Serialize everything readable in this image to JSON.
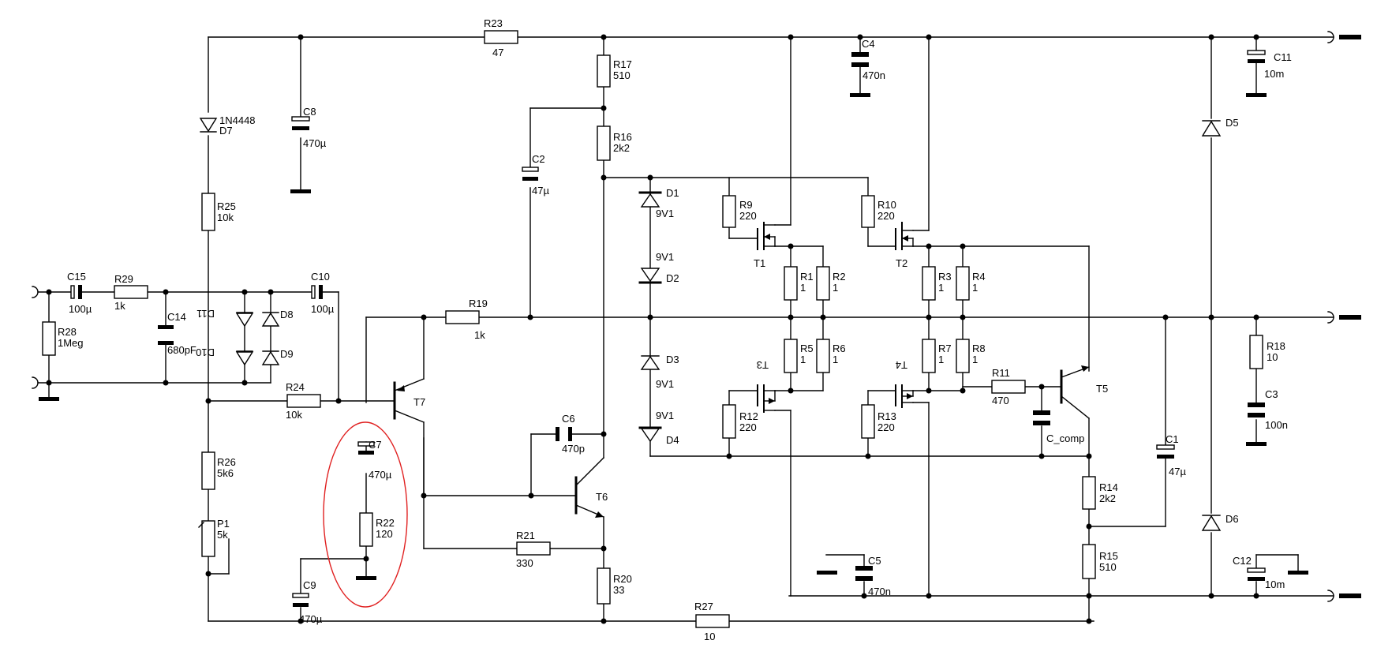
{
  "parts": {
    "R1": {
      "name": "R1",
      "value": "1"
    },
    "R2": {
      "name": "R2",
      "value": "1"
    },
    "R3": {
      "name": "R3",
      "value": "1"
    },
    "R4": {
      "name": "R4",
      "value": "1"
    },
    "R5": {
      "name": "R5",
      "value": "1"
    },
    "R6": {
      "name": "R6",
      "value": "1"
    },
    "R7": {
      "name": "R7",
      "value": "1"
    },
    "R8": {
      "name": "R8",
      "value": "1"
    },
    "R9": {
      "name": "R9",
      "value": "220"
    },
    "R10": {
      "name": "R10",
      "value": "220"
    },
    "R11": {
      "name": "R11",
      "value": "470"
    },
    "R12": {
      "name": "R12",
      "value": "220"
    },
    "R13": {
      "name": "R13",
      "value": "220"
    },
    "R14": {
      "name": "R14",
      "value": "2k2"
    },
    "R15": {
      "name": "R15",
      "value": "510"
    },
    "R16": {
      "name": "R16",
      "value": "2k2"
    },
    "R17": {
      "name": "R17",
      "value": "510"
    },
    "R18": {
      "name": "R18",
      "value": "10"
    },
    "R19": {
      "name": "R19",
      "value": "1k"
    },
    "R20": {
      "name": "R20",
      "value": "33"
    },
    "R21": {
      "name": "R21",
      "value": "330"
    },
    "R22": {
      "name": "R22",
      "value": "120"
    },
    "R23": {
      "name": "R23",
      "value": "47"
    },
    "R24": {
      "name": "R24",
      "value": "10k"
    },
    "R25": {
      "name": "R25",
      "value": "10k"
    },
    "R26": {
      "name": "R26",
      "value": "5k6"
    },
    "R27": {
      "name": "R27",
      "value": "10"
    },
    "R28": {
      "name": "R28",
      "value": "1Meg"
    },
    "R29": {
      "name": "R29",
      "value": "1k"
    },
    "P1": {
      "name": "P1",
      "value": "5k"
    },
    "C1": {
      "name": "C1",
      "value": "47µ"
    },
    "C2": {
      "name": "C2",
      "value": "47µ"
    },
    "C3": {
      "name": "C3",
      "value": "100n"
    },
    "C4": {
      "name": "C4",
      "value": "470n"
    },
    "C5": {
      "name": "C5",
      "value": "470n"
    },
    "C6": {
      "name": "C6",
      "value": "470p"
    },
    "C7": {
      "name": "C7",
      "value": "470µ"
    },
    "C8": {
      "name": "C8",
      "value": "470µ"
    },
    "C9": {
      "name": "C9",
      "value": "470µ"
    },
    "C10": {
      "name": "C10",
      "value": "100µ"
    },
    "C11": {
      "name": "C11",
      "value": "10m"
    },
    "C12": {
      "name": "C12",
      "value": "10m"
    },
    "C14": {
      "name": "C14",
      "value": "680pF"
    },
    "C15": {
      "name": "C15",
      "value": "100µ"
    },
    "C_comp": {
      "name": "C_comp",
      "value": ""
    },
    "D1": {
      "name": "D1",
      "value": "9V1"
    },
    "D2": {
      "name": "D2",
      "value": "9V1"
    },
    "D3": {
      "name": "D3",
      "value": "9V1"
    },
    "D4": {
      "name": "D4",
      "value": "9V1"
    },
    "D5": {
      "name": "D5",
      "value": ""
    },
    "D6": {
      "name": "D6",
      "value": ""
    },
    "D7": {
      "name": "D7",
      "value": "1N4448"
    },
    "D8": {
      "name": "D8",
      "value": ""
    },
    "D9": {
      "name": "D9",
      "value": ""
    },
    "D10": {
      "name": "D10",
      "value": ""
    },
    "D11": {
      "name": "D11",
      "value": ""
    },
    "T1": {
      "name": "T1",
      "value": ""
    },
    "T2": {
      "name": "T2",
      "value": ""
    },
    "T3": {
      "name": "T3",
      "value": ""
    },
    "T4": {
      "name": "T4",
      "value": ""
    },
    "T5": {
      "name": "T5",
      "value": ""
    },
    "T6": {
      "name": "T6",
      "value": ""
    },
    "T7": {
      "name": "T7",
      "value": ""
    }
  },
  "colors": {
    "wire": "#000000",
    "highlight": "#e02020",
    "background": "#ffffff"
  }
}
